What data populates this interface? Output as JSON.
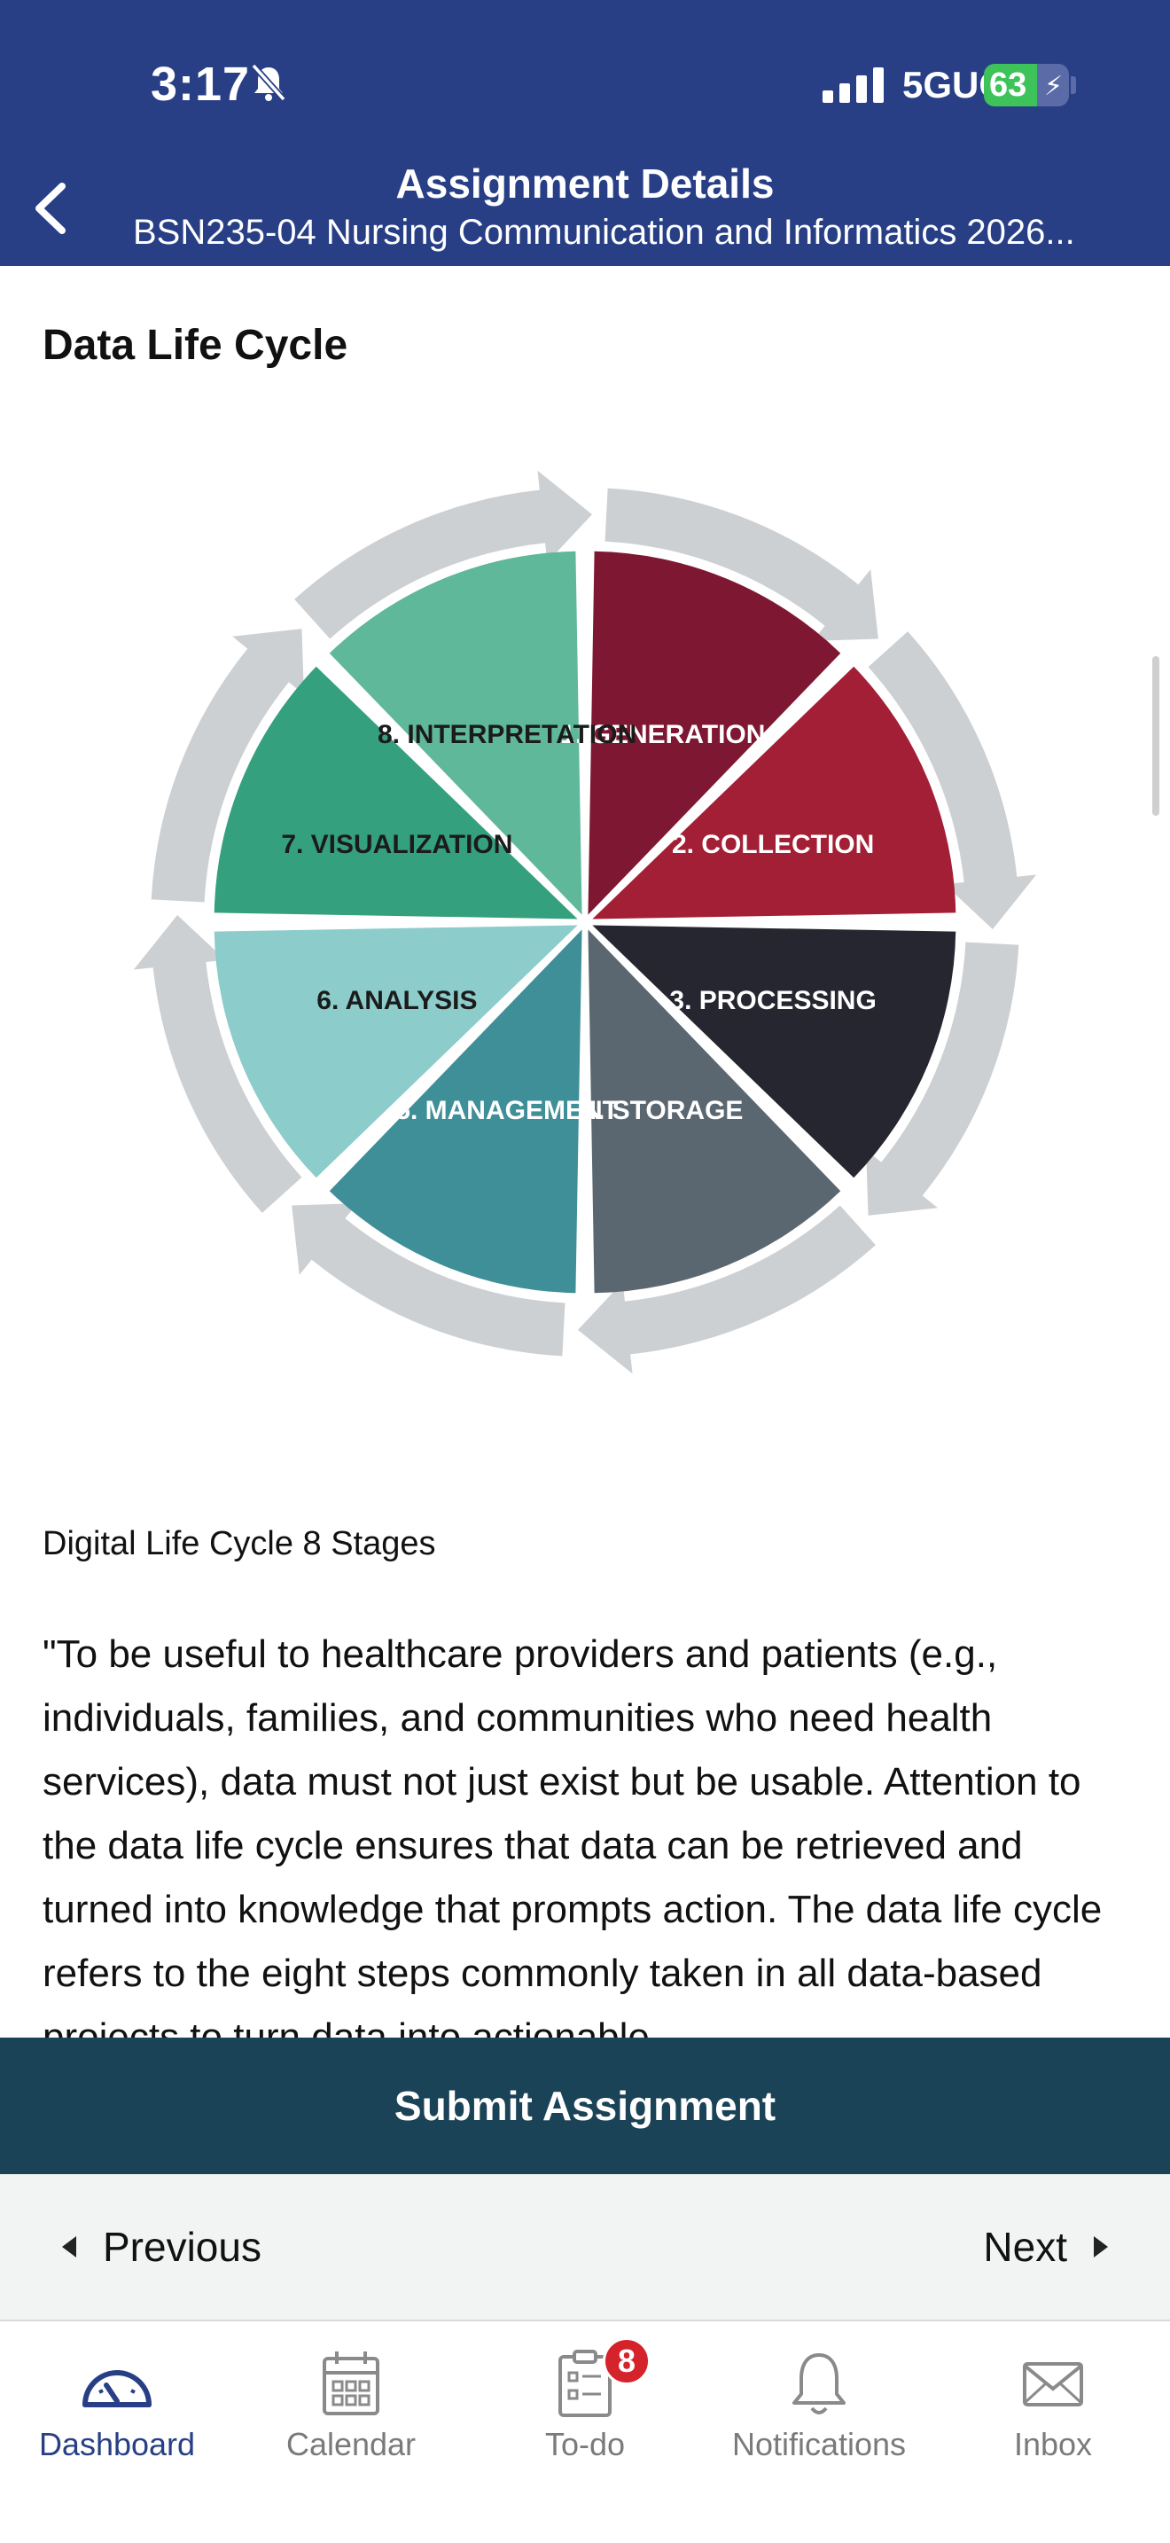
{
  "status_bar": {
    "time": "3:17",
    "network": "5GUC",
    "battery_percent": "63",
    "battery_level": 0.63
  },
  "header": {
    "title": "Assignment Details",
    "subtitle": "BSN235-04 Nursing Communication and Informatics 2026..."
  },
  "content": {
    "section_title": "Data Life Cycle",
    "diagram_stages": [
      {
        "label": "1. GENERATION",
        "color": "#7e1731"
      },
      {
        "label": "2. COLLECTION",
        "color": "#a31f35"
      },
      {
        "label": "3. PROCESSING",
        "color": "#262630"
      },
      {
        "label": "4. STORAGE",
        "color": "#5b6770"
      },
      {
        "label": "5. MANAGEMENT",
        "color": "#3f8f98"
      },
      {
        "label": "6. ANALYSIS",
        "color": "#8ccccb"
      },
      {
        "label": "7. VISUALIZATION",
        "color": "#35a07d"
      },
      {
        "label": "8. INTERPRETATION",
        "color": "#5fb89a"
      }
    ],
    "caption": "Digital Life Cycle 8 Stages",
    "body_text": "\"To be useful to healthcare providers and patients (e.g., individuals, families, and communities who need health services), data must not just exist but be usable. Attention to the data life cycle ensures that data can be retrieved and turned into knowledge that prompts action. The data life cycle refers to the eight steps commonly taken in all data-based projects to turn data into actionable"
  },
  "actions": {
    "submit_label": "Submit Assignment",
    "previous_label": "Previous",
    "next_label": "Next"
  },
  "tabbar": {
    "items": [
      {
        "label": "Dashboard",
        "icon": "dashboard-icon",
        "active": true
      },
      {
        "label": "Calendar",
        "icon": "calendar-icon",
        "active": false
      },
      {
        "label": "To-do",
        "icon": "todo-icon",
        "active": false,
        "badge": "8"
      },
      {
        "label": "Notifications",
        "icon": "bell-icon",
        "active": false
      },
      {
        "label": "Inbox",
        "icon": "mail-icon",
        "active": false
      }
    ]
  },
  "colors": {
    "header_bg": "#283f86",
    "submit_bg": "#1a4357",
    "active_tab": "#283f86",
    "badge": "#d4232b",
    "ring_arrow": "#cdd0d3"
  }
}
